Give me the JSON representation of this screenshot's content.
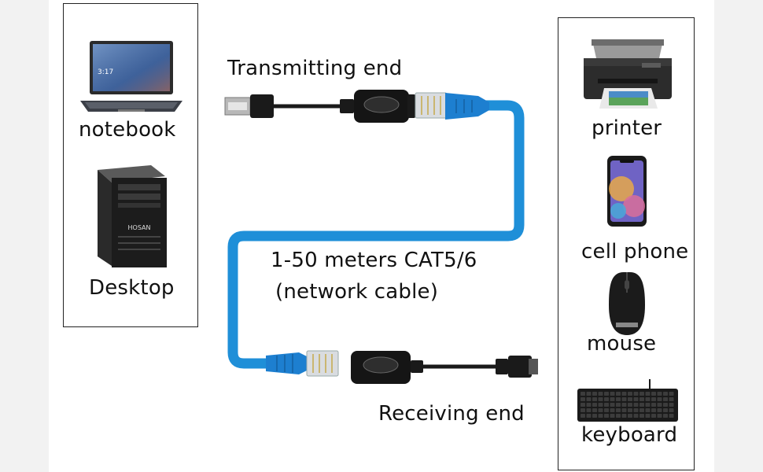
{
  "source_devices": {
    "notebook_label": "notebook",
    "desktop_label": "Desktop",
    "laptop_screen_text": "3:17",
    "tower_brand": "HOSAN"
  },
  "target_devices": {
    "printer_label": "printer",
    "cell_phone_label": "cell phone",
    "mouse_label": "mouse",
    "keyboard_label": "keyboard"
  },
  "cable": {
    "transmitting_label": "Transmitting end",
    "receiving_label": "Receiving end",
    "length_label": "1-50 meters CAT5/6",
    "type_label": "(network cable)",
    "colors": {
      "cable": "#1f8fd8",
      "connector": "#1a1a1a",
      "rj45_boot": "#1d7fd0"
    }
  }
}
